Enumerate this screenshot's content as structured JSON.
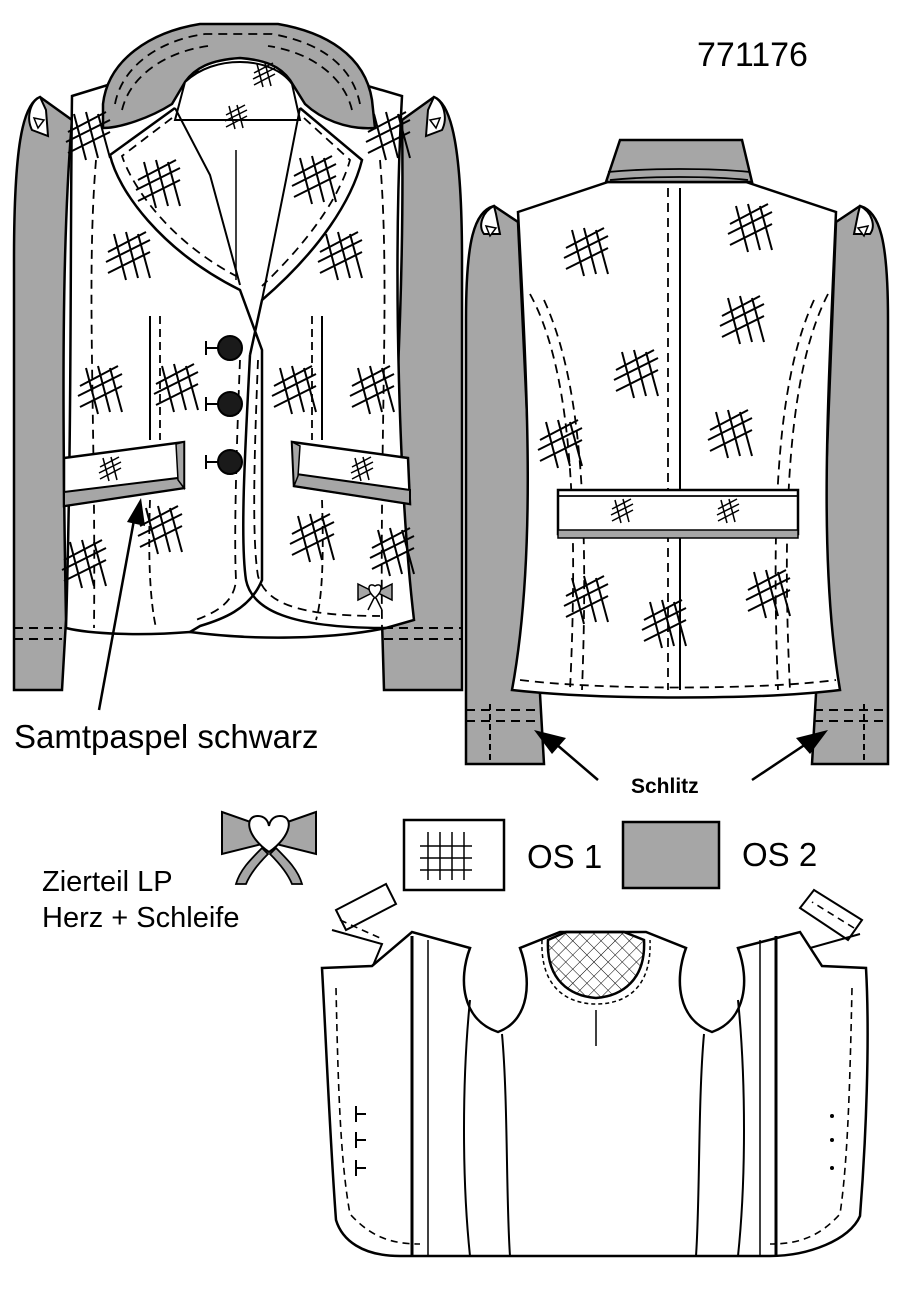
{
  "article_number": "771176",
  "labels": {
    "piping": "Samtpaspel schwarz",
    "slit": "Schlitz",
    "os1": "OS 1",
    "os2": "OS 2",
    "trim_line1": "Zierteil LP",
    "trim_line2": "Herz + Schleife"
  },
  "colors": {
    "fabric_os1": "#ffffff",
    "fabric_os2": "#a6a6a6",
    "line": "#000000",
    "button": "#1a1a1a"
  },
  "icons": {
    "trim": "heart-bow-icon",
    "button": "button-icon",
    "pointer": "arrow-icon"
  }
}
